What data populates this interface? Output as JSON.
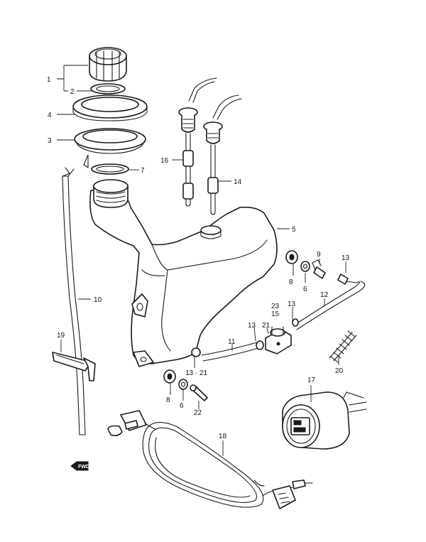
{
  "diagram": {
    "callouts": {
      "c1": "1",
      "c2": "2",
      "c3": "3",
      "c4": "4",
      "c5": "5",
      "c6a": "6",
      "c6b": "6",
      "c7": "7",
      "c8a": "8",
      "c8b": "8",
      "c9": "9",
      "c10": "10",
      "c11": "11",
      "c12": "12",
      "c13a": "13",
      "c13b": "13",
      "c13c": "13",
      "c13d": "13 · 21",
      "c14": "14",
      "c15": "15",
      "c16": "16",
      "c17": "17",
      "c18": "18",
      "c19": "19",
      "c20": "20",
      "c21": "21",
      "c22": "22",
      "c23": "23"
    },
    "fwd_label": "FWD"
  }
}
